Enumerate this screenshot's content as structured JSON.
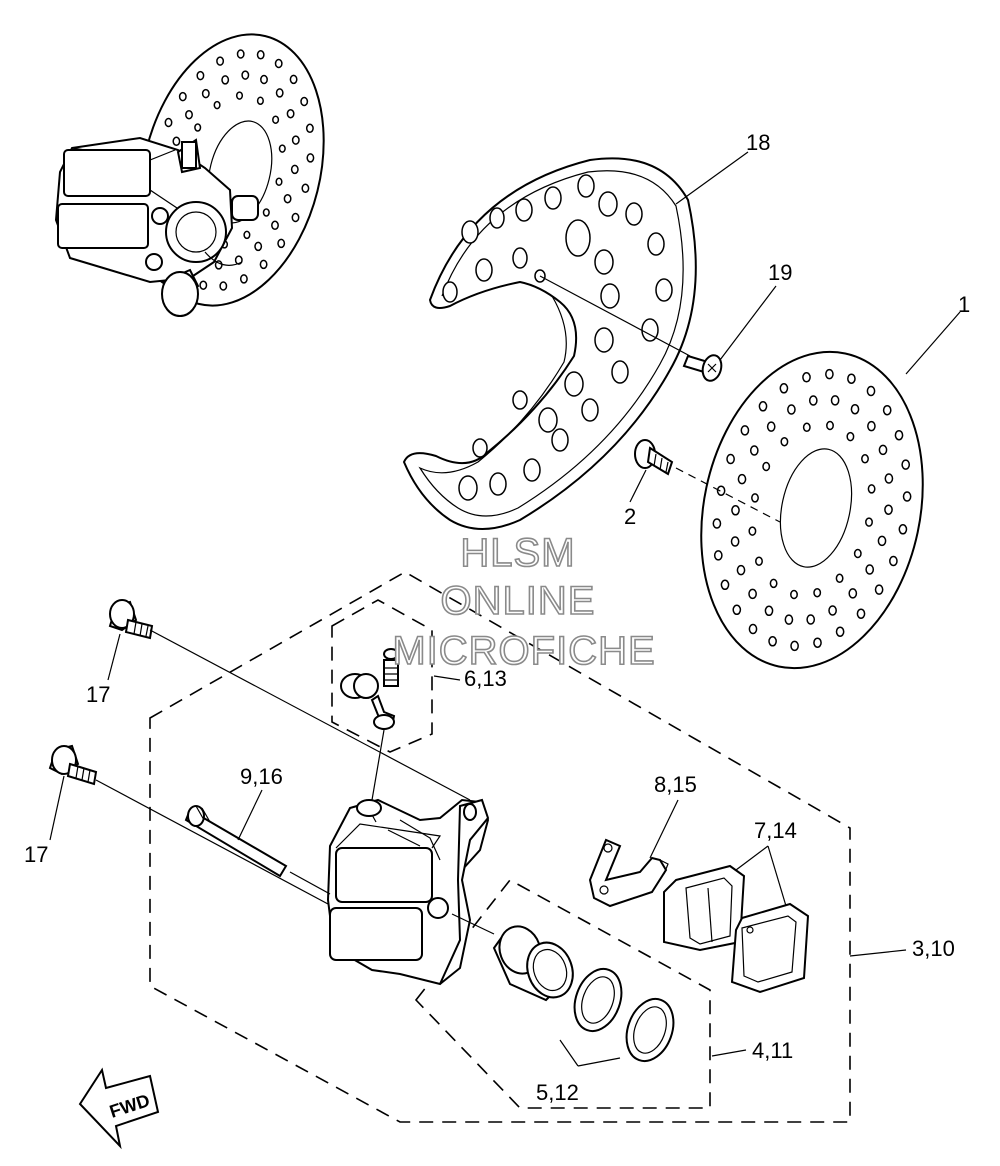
{
  "callouts": {
    "c1": "1",
    "c2": "2",
    "c3_10": "3,10",
    "c4_11": "4,11",
    "c5_12": "5,12",
    "c6_13": "6,13",
    "c7_14": "7,14",
    "c8_15": "8,15",
    "c9_16": "9,16",
    "c17a": "17",
    "c17b": "17",
    "c18": "18",
    "c19": "19"
  },
  "watermark": {
    "line1": "HLSM",
    "line2": "ONLINE",
    "line3": "MICROFICHE"
  },
  "fwd_label": "FWD"
}
